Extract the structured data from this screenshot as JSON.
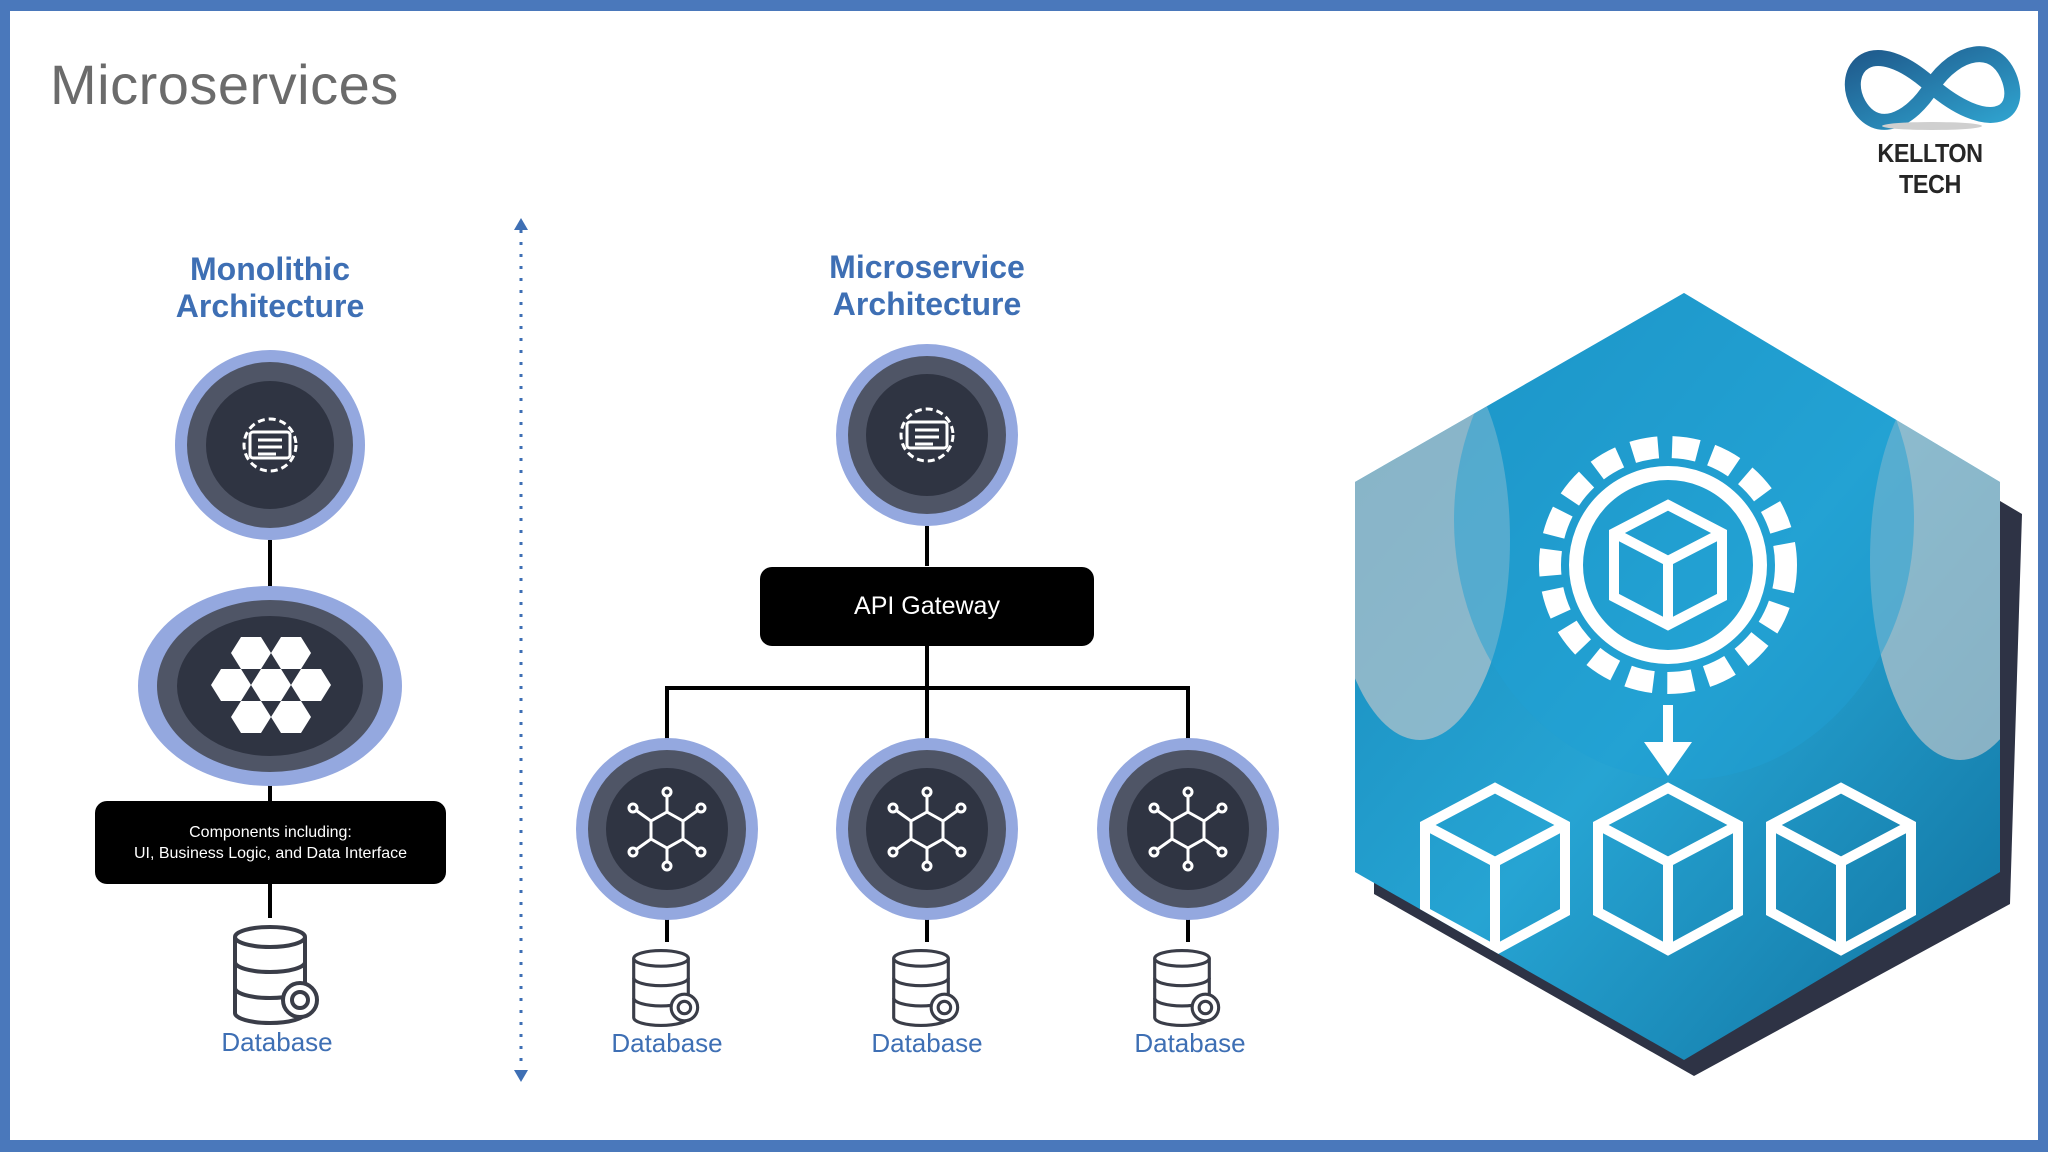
{
  "slide": {
    "title": "Microservices"
  },
  "logo": {
    "text": "KELLTON TECH",
    "colors": [
      "#1f5a8c",
      "#2fa3cf"
    ]
  },
  "monolithic": {
    "heading_line1": "Monolithic",
    "heading_line2": "Architecture",
    "components_line1": "Components including:",
    "components_line2": "UI, Business Logic, and Data Interface",
    "database_label": "Database"
  },
  "microservice": {
    "heading_line1": "Microservice",
    "heading_line2": "Architecture",
    "gateway_label": "API Gateway",
    "databases": [
      "Database",
      "Database",
      "Database"
    ]
  },
  "colors": {
    "accent_blue": "#3e6fb4",
    "border_blue": "#4a78bb",
    "ring_light": "#94a8df",
    "ring_mid": "#4f5566",
    "circle_dark": "#2f3442",
    "hex_photo": "#1f8fbf",
    "hex_shadow": "#2e3345"
  },
  "icons": [
    "settings-gear-icon",
    "hexagon-cluster-icon",
    "network-cube-icon",
    "database-gear-icon",
    "gear-cube-photo"
  ]
}
